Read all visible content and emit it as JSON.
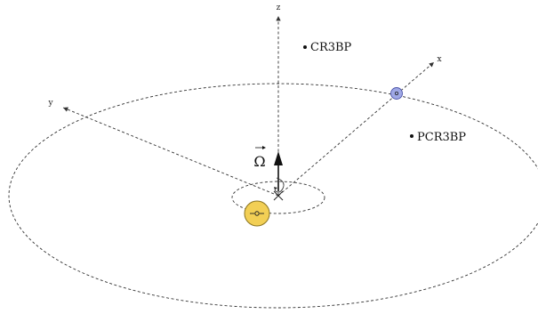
{
  "diagram": {
    "axes": {
      "x": "x",
      "y": "y",
      "z": "z"
    },
    "regions": {
      "cr3bp": "CR3BP",
      "pcr3bp": "PCR3BP"
    },
    "omega": "Ω",
    "colors": {
      "primary_fill": "#f2cf55",
      "primary_stroke": "#8a7420",
      "secondary_fill": "#9fa8e6",
      "secondary_stroke": "#4b53a8",
      "line": "#333333"
    }
  }
}
